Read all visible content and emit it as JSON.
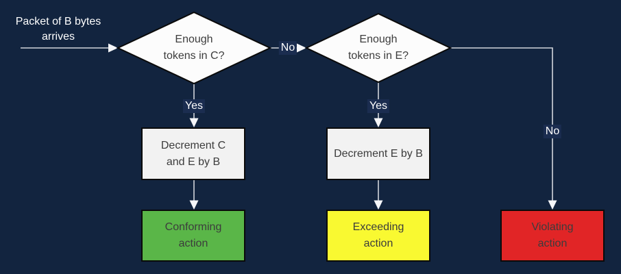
{
  "colors": {
    "background": "#12243f",
    "label_bg": "#1b2d50",
    "line": "#d2d5dc",
    "arrow": "#f5f6f9",
    "shape_border": "#0a0a0a",
    "diamond_fill": "#fcfcfc",
    "process_fill": "#f2f2f2",
    "text_dark": "#3c3c3c",
    "text_light": "#ffffff",
    "green": "#5ab648",
    "yellow": "#f9f931",
    "red": "#e12526"
  },
  "start": {
    "label": "Packet of B bytes\narrives"
  },
  "decisions": {
    "tokens_c": {
      "label": "Enough\ntokens in C?"
    },
    "tokens_e": {
      "label": "Enough\ntokens in E?"
    }
  },
  "edge_labels": {
    "c_no": "No",
    "c_yes": "Yes",
    "e_yes": "Yes",
    "e_no": "No"
  },
  "processes": {
    "decrement_c_e": {
      "label": "Decrement C\nand E by B"
    },
    "decrement_e": {
      "label": "Decrement E by B"
    }
  },
  "actions": {
    "conforming": {
      "label": "Conforming\naction"
    },
    "exceeding": {
      "label": "Exceeding\naction"
    },
    "violating": {
      "label": "Violating\naction"
    }
  }
}
